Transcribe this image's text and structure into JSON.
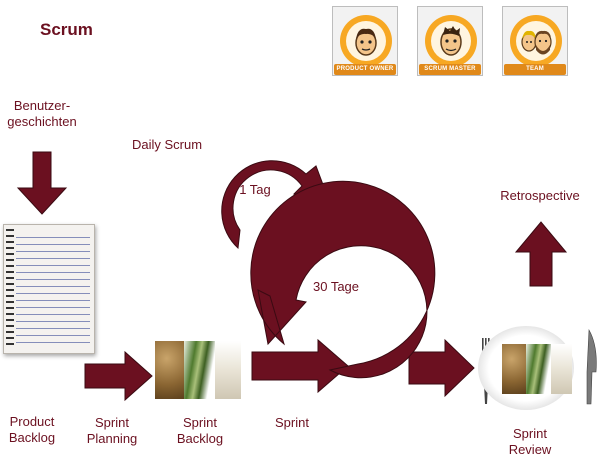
{
  "title": "Scrum",
  "roles": [
    {
      "badge_text": "PRODUCT OWNER",
      "icon": "product-owner-avatar"
    },
    {
      "badge_text": "SCRUM MASTER",
      "icon": "scrum-master-avatar"
    },
    {
      "badge_text": "TEAM",
      "icon": "team-avatar"
    }
  ],
  "labels": {
    "user_stories": "Benutzer-\ngeschichten",
    "daily_scrum": "Daily Scrum",
    "one_day": "1 Tag",
    "thirty_days": "30 Tage",
    "retrospective": "Retrospective",
    "product_backlog": "Product\nBacklog",
    "sprint_planning": "Sprint\nPlanning",
    "sprint_backlog": "Sprint\nBacklog",
    "sprint": "Sprint",
    "sprint_review": "Sprint\nReview"
  },
  "colors": {
    "arrow": "#6b1020",
    "arrow_outline": "#3a0a12",
    "text": "#6b1020",
    "badge": "#f7a823"
  }
}
